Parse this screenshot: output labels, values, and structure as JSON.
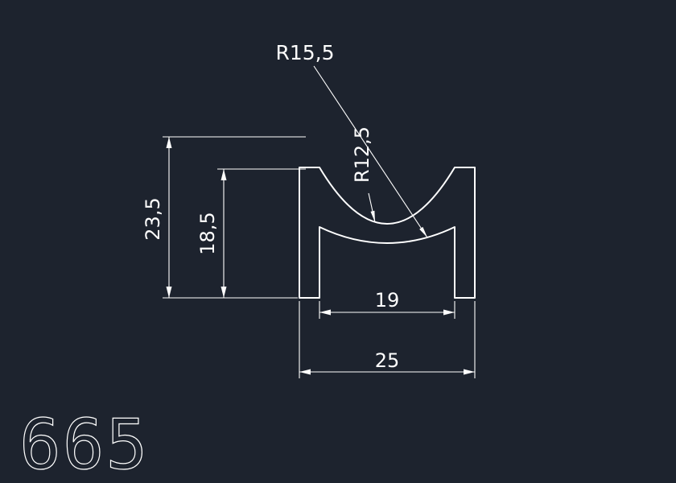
{
  "canvas": {
    "background_color": "#1d232e",
    "line_color": "#ffffff"
  },
  "part_number": "665",
  "dimensions": {
    "total_height": "23,5",
    "inner_height": "18,5",
    "inner_width": "19",
    "outer_width": "25",
    "radius_upper": "R12,5",
    "radius_lower": "R15,5"
  }
}
